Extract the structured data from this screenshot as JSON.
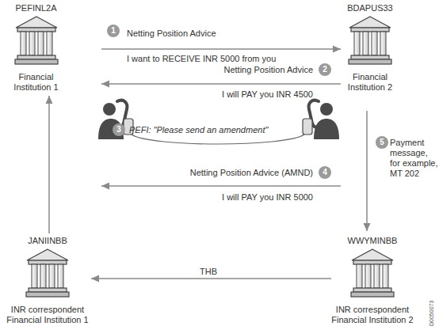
{
  "diagram": {
    "nodes": [
      {
        "text": [
          "PEFINL2A",
          "Financial Institution 1"
        ]
      },
      {
        "text": [
          "BDAPUS33",
          "Financial Institution 2"
        ]
      },
      {
        "text": [
          "JANIINBB",
          "INR correspondent Financial Institution 1"
        ]
      },
      {
        "text": [
          "WWYMINBB",
          "INR correspondent Financial Institution 2"
        ]
      }
    ],
    "edges": [
      {
        "from": 0,
        "to": 1,
        "label": "Netting Position Advice",
        "arrow": "to"
      },
      {
        "from": 1,
        "to": 0,
        "label": "Netting Position Advice",
        "arrow": "to"
      },
      {
        "from": 1,
        "to": 0,
        "label": "Netting Position Advice (AMND)",
        "arrow": "to"
      },
      {
        "from": 1,
        "to": 3,
        "label": "Payment message, for example, MT 202",
        "arrow": "to"
      },
      {
        "from": 3,
        "to": 2,
        "label": "THB",
        "arrow": "to"
      },
      {
        "from": 2,
        "to": 0,
        "arrow": "to"
      }
    ],
    "labels": [
      "1",
      "I want to RECEIVE INR 5000 from you",
      "2",
      "I will PAY you INR 4500",
      "3",
      "PEFI: \"Please send an amendment\"",
      "4",
      "I will PAY you INR 5000",
      "5",
      "D0050073"
    ]
  }
}
